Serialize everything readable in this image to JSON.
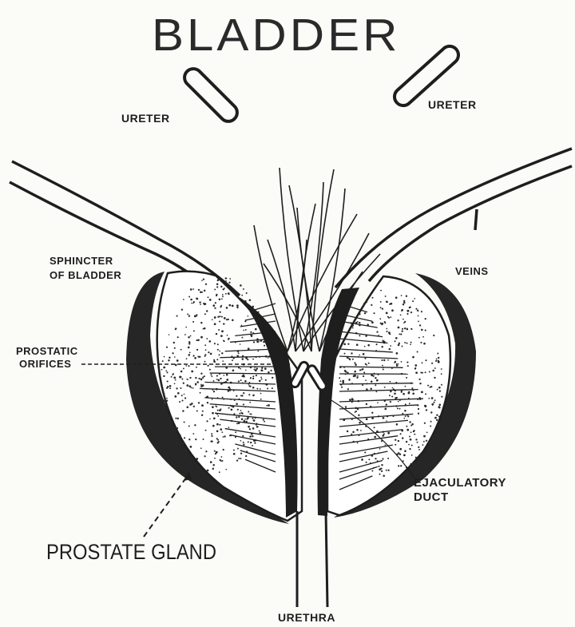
{
  "diagram": {
    "title": "BLADDER",
    "labels": {
      "ureter_left": "URETER",
      "ureter_right": "URETER",
      "sphincter_line1": "SPHINCTER",
      "sphincter_line2": "OF BLADDER",
      "veins": "VEINS",
      "prostatic_line1": "PROSTATIC",
      "prostatic_line2": "ORIFICES",
      "ejaculatory_line1": "EJACULATORY",
      "ejaculatory_line2": "DUCT",
      "prostate_gland": "PROSTATE  GLAND",
      "urethra": "URETHRA"
    },
    "colors": {
      "ink": "#1e1e1e",
      "paper": "#fbfbf8"
    }
  }
}
